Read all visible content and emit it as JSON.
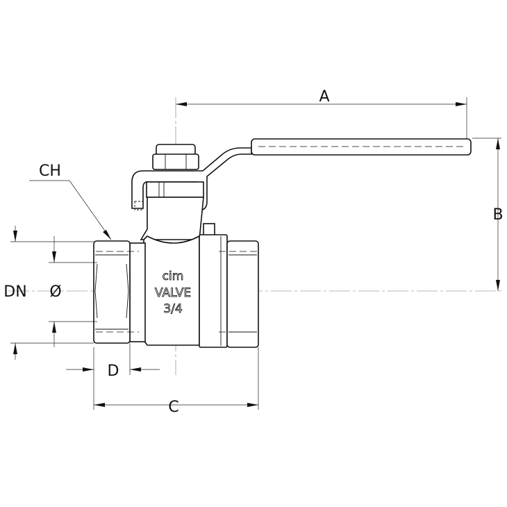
{
  "title": "Ball valve dimension drawing",
  "dimensions": {
    "A": "A",
    "B": "B",
    "C": "C",
    "D": "D",
    "CH": "CH",
    "DN": "DN",
    "diameter": "Ø"
  },
  "body_marking": {
    "brand": "cim",
    "line2": "VALVE",
    "size": "3/4"
  }
}
